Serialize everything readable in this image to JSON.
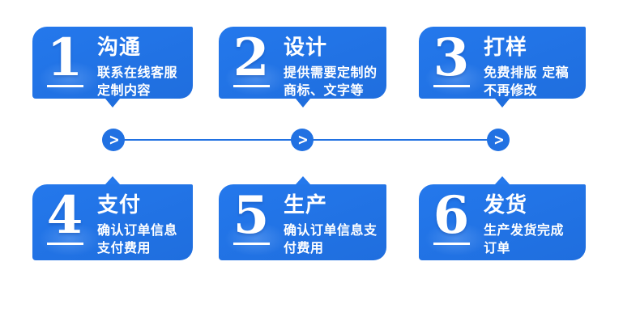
{
  "colors": {
    "primary": "#2171e2",
    "card_gradient_start": "#2478ec",
    "card_gradient_end": "#1f6ede",
    "text": "#ffffff",
    "background": "#ffffff"
  },
  "steps": [
    {
      "number": "1",
      "title": "沟通",
      "desc_line1": "联系在线客服",
      "desc_line2": "定制内容"
    },
    {
      "number": "2",
      "title": "设计",
      "desc_line1": "提供需要定制的",
      "desc_line2": "商标、文字等"
    },
    {
      "number": "3",
      "title": "打样",
      "desc_line1": "免费排版 定稿",
      "desc_line2": "不再修改"
    },
    {
      "number": "4",
      "title": "支付",
      "desc_line1": "确认订单信息",
      "desc_line2": "支付费用"
    },
    {
      "number": "5",
      "title": "生产",
      "desc_line1": "确认订单信息支",
      "desc_line2": "付费用"
    },
    {
      "number": "6",
      "title": "发货",
      "desc_line1": "生产发货完成",
      "desc_line2": "订单"
    }
  ],
  "connector": {
    "arrow_glyph": ">"
  }
}
